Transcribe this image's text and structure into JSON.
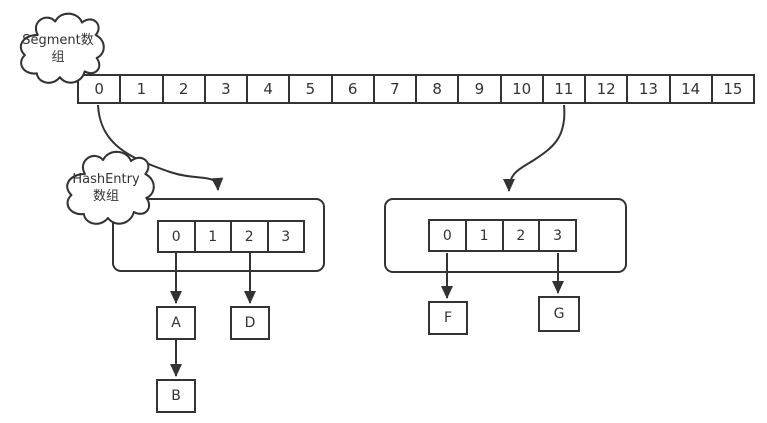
{
  "colors": {
    "stroke": "#333333",
    "background": "#ffffff"
  },
  "clouds": {
    "segment": {
      "line1": "Segment数",
      "line2": "组"
    },
    "hashentry": {
      "line1": "HashEntry",
      "line2": "数组"
    }
  },
  "segment_array": {
    "cells": [
      "0",
      "1",
      "2",
      "3",
      "4",
      "5",
      "6",
      "7",
      "8",
      "9",
      "10",
      "11",
      "12",
      "13",
      "14",
      "15"
    ]
  },
  "hashentry_left": {
    "cells": [
      "0",
      "1",
      "2",
      "3"
    ]
  },
  "hashentry_right": {
    "cells": [
      "0",
      "1",
      "2",
      "3"
    ]
  },
  "nodes": {
    "a": "A",
    "b": "B",
    "d": "D",
    "f": "F",
    "g": "G"
  }
}
